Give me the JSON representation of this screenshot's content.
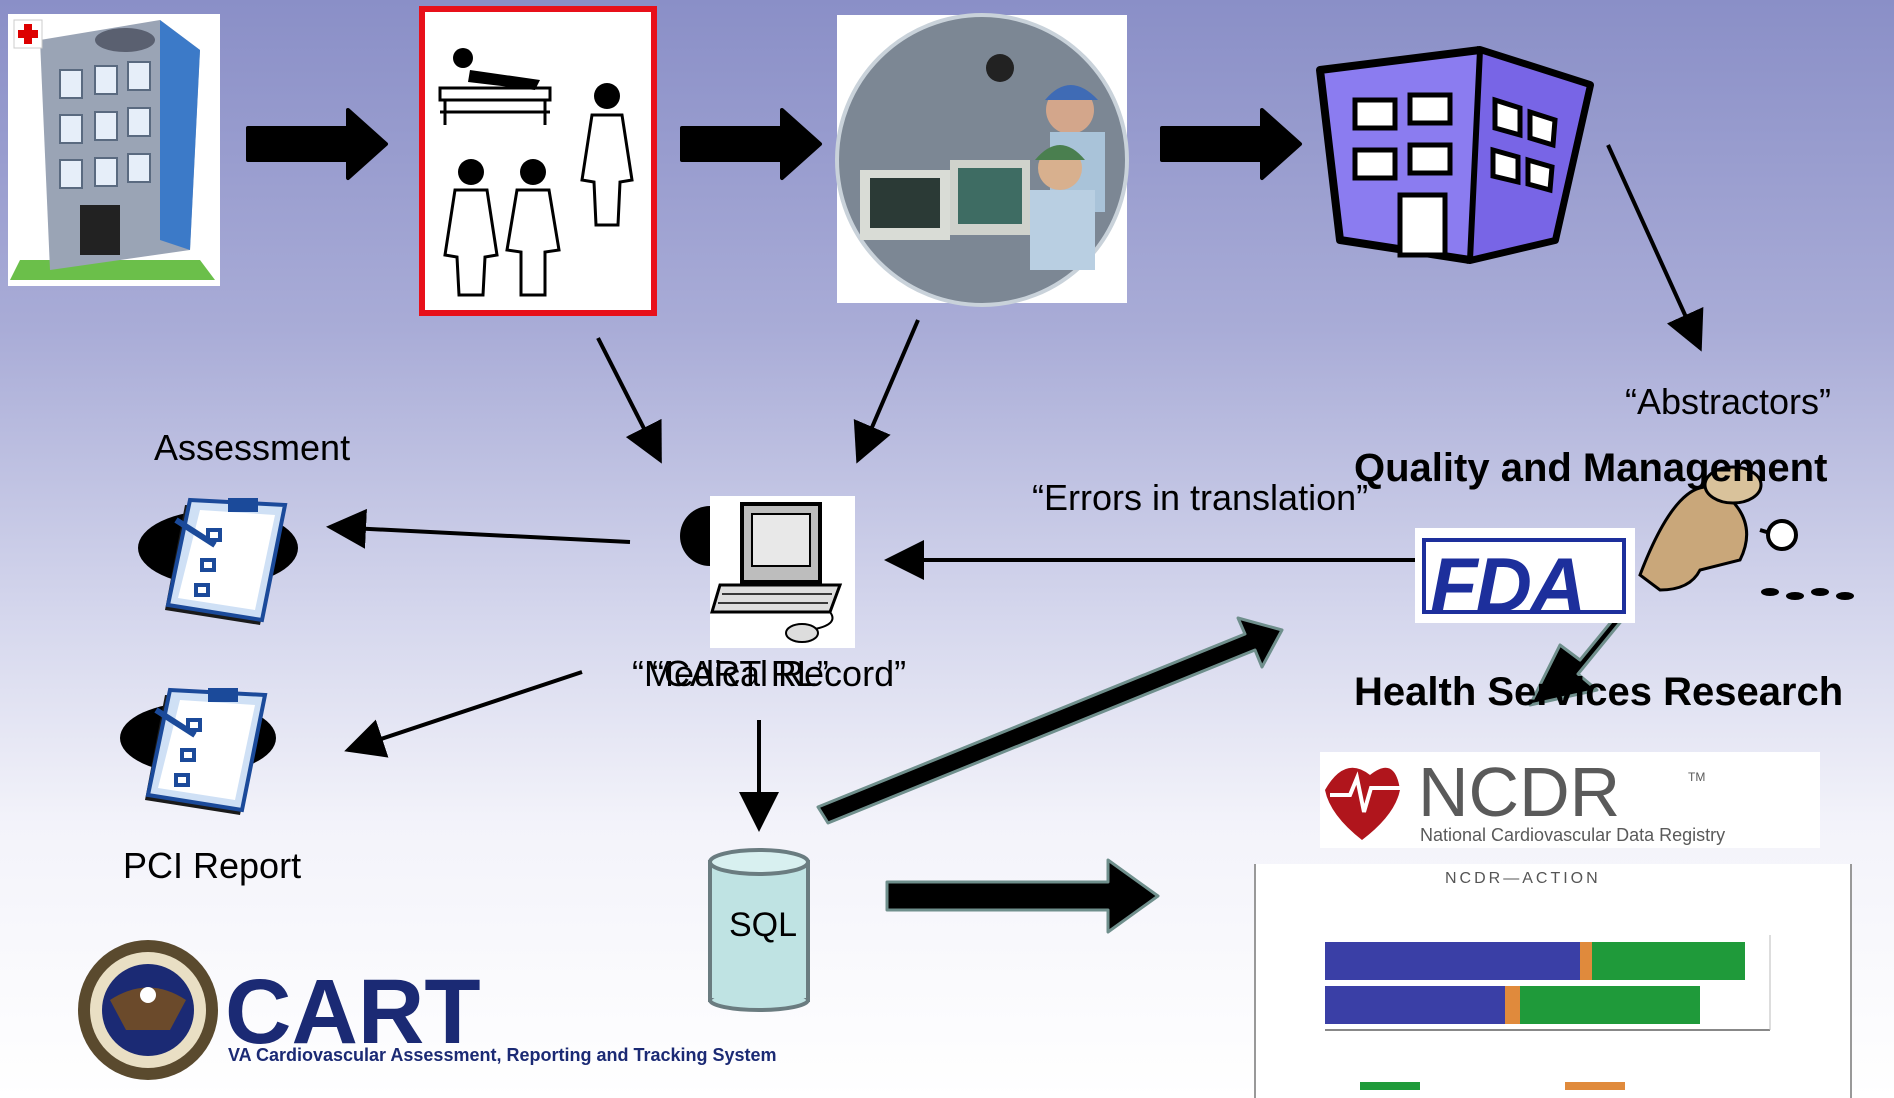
{
  "labels": {
    "assessment": "Assessment",
    "pci_report": "PCI Report",
    "abstractors": "“Abstractors”",
    "errors": "“Errors in translation”",
    "medical_record": "“Medical Record”",
    "cart_rl": "“CART RL”",
    "quality_mgmt": "Quality and Management",
    "hsr": "Health Services Research",
    "sql": "SQL"
  },
  "logos": {
    "fda": "FDA",
    "cart": "CART",
    "cart_sub": "VA Cardiovascular Assessment, Reporting and Tracking System",
    "ncdr": "NCDR",
    "ncdr_tm": "TM",
    "ncdr_sub": "National Cardiovascular Data Registry",
    "ncdr_report_title": "NCDR—ACTION"
  },
  "icons": [
    "hospital-icon",
    "care-team-icon",
    "cath-lab-photo",
    "admin-building-icon",
    "clipboard-icon",
    "computer-icon",
    "database-icon",
    "detective-icon",
    "va-seal-icon"
  ],
  "colors": {
    "accent_red": "#e8101a",
    "fda_blue": "#1d2f9c",
    "cart_navy": "#1b2a74",
    "bar_blue": "#3a3fa6",
    "bar_orange": "#e08a3c",
    "bar_green": "#1f9a3a",
    "sql_fill": "#bfe3e3",
    "building_purple": "#8b7cf0"
  }
}
